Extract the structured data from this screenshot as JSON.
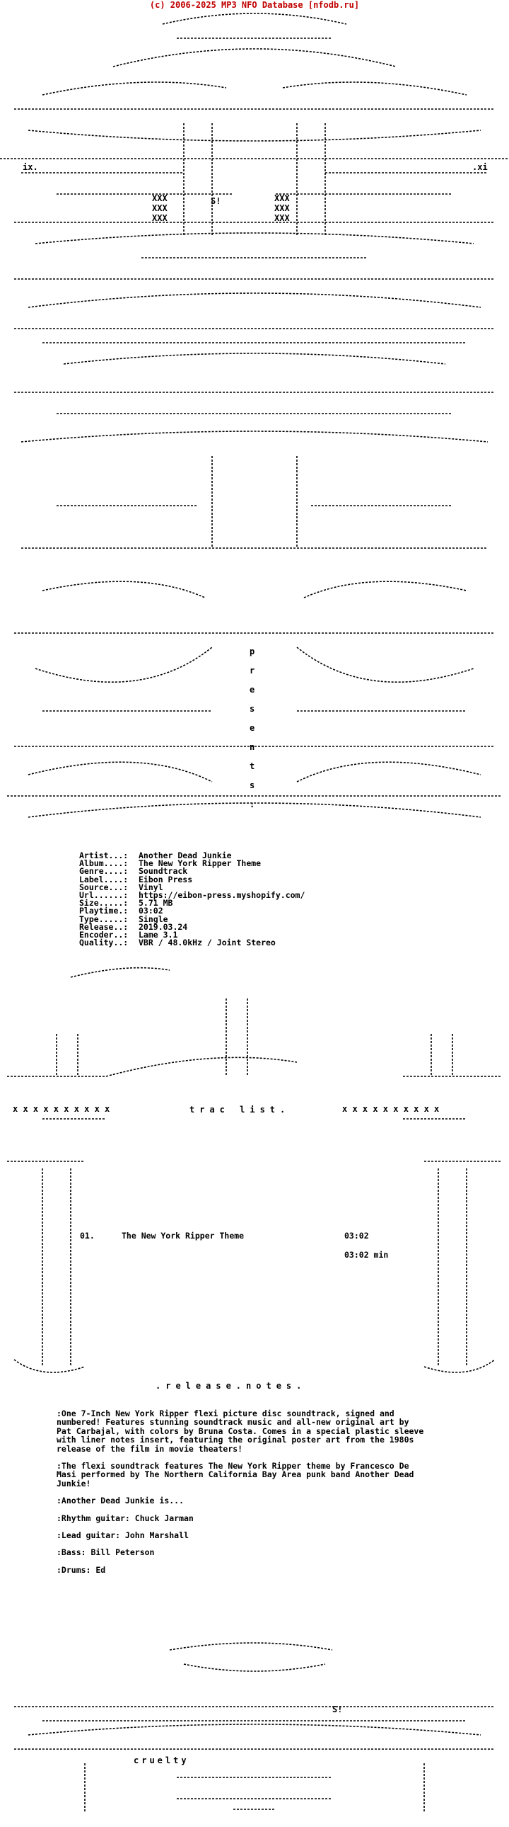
{
  "banner": "(c) 2006-2025 MP3 NFO Database [nfodb.ru]",
  "art": {
    "presents": "presents:",
    "tracklist_heading": "trac  list.",
    "release_notes_heading": ".release.notes.",
    "footer_word": "cruelty",
    "s_mark": "S!"
  },
  "info": [
    {
      "key": "Artist...:",
      "value": "Another Dead Junkie"
    },
    {
      "key": "Album....:",
      "value": "The New York Ripper Theme"
    },
    {
      "key": "Genre....:",
      "value": "Soundtrack"
    },
    {
      "key": "Label....:",
      "value": "Eibon Press"
    },
    {
      "key": "Source...:",
      "value": "Vinyl"
    },
    {
      "key": "Url......:",
      "value": "https://eibon-press.myshopify.com/"
    },
    {
      "key": "Size.....:",
      "value": "5.71 MB"
    },
    {
      "key": "Playtime.:",
      "value": "03:02"
    },
    {
      "key": "Type.....:",
      "value": "Single"
    },
    {
      "key": "Release..:",
      "value": "2019.03.24"
    },
    {
      "key": "Encoder..:",
      "value": "Lame 3.1"
    },
    {
      "key": "Quality..:",
      "value": "VBR / 48.0kHz / Joint Stereo"
    }
  ],
  "tracklist": {
    "number": "01.",
    "title": "The New York Ripper Theme",
    "duration": "03:02",
    "total": "03:02 min"
  },
  "notes": [
    ":One 7-Inch New York Ripper flexi picture disc soundtrack, signed and numbered! Features stunning soundtrack music and all-new original art by Pat Carbajal, with colors by Bruna Costa. Comes in a special plastic sleeve with liner notes insert, featuring the original poster art from the 1980s release of the film in movie theaters!",
    ":The flexi soundtrack features The New York Ripper theme by Francesco De Masi performed by The Northern California Bay Area punk band Another Dead Junkie!",
    ":Another Dead Junkie is...",
    ":Rhythm guitar: Chuck Jarman",
    ":Lead guitar: John Marshall",
    ":Bass: Bill Peterson",
    ":Drums: Ed"
  ]
}
